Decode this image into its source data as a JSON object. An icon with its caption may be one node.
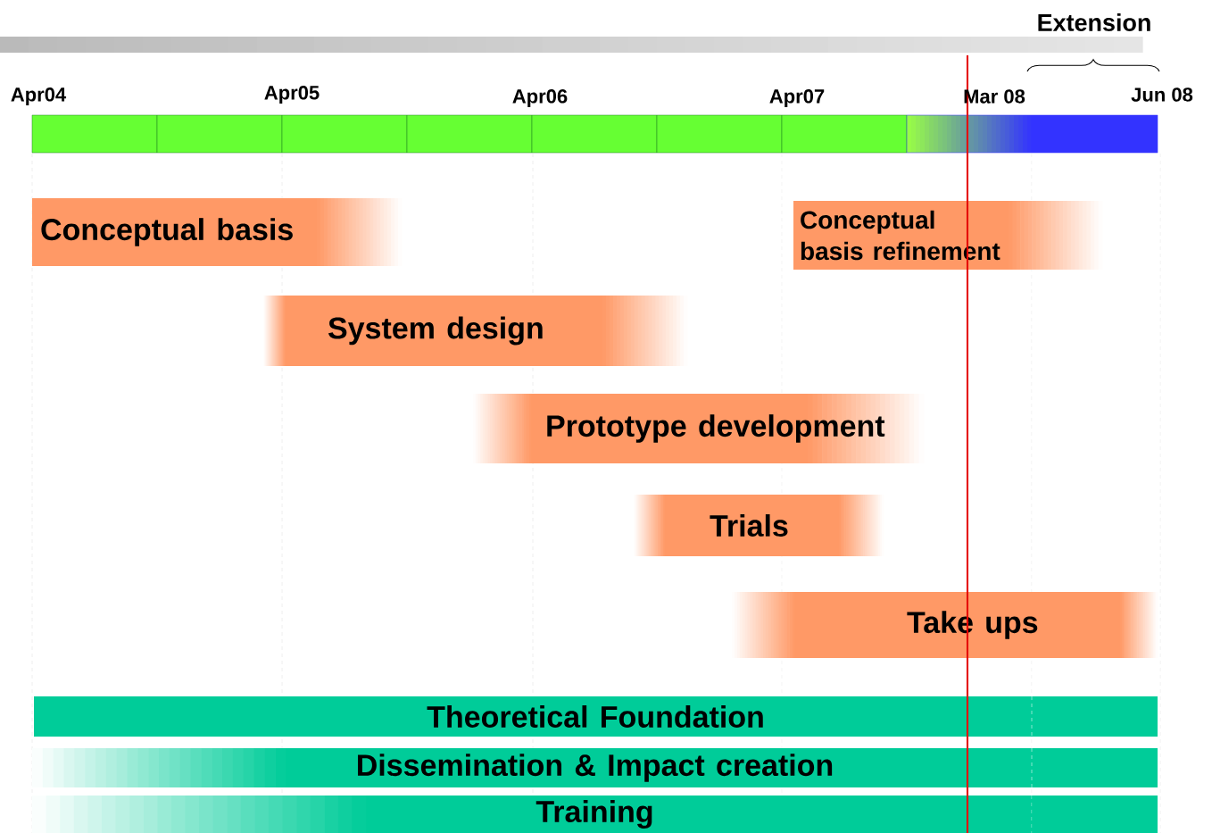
{
  "diagram": {
    "nodes": [
      {
        "text": [
          "Conceptual basis"
        ]
      },
      {
        "text": [
          "Conceptual basis refinement"
        ]
      },
      {
        "text": [
          "System design"
        ]
      },
      {
        "text": [
          "Prototype development"
        ]
      },
      {
        "text": [
          "Trials"
        ]
      },
      {
        "text": [
          "Take ups"
        ]
      },
      {
        "text": [
          "Theoretical Foundation"
        ]
      },
      {
        "text": [
          "Dissemination & Impact creation"
        ]
      },
      {
        "text": [
          "Training"
        ]
      }
    ],
    "labels": [
      "Extension",
      "Apr04",
      "Apr05",
      "Apr06",
      "Apr07",
      "Mar 08",
      "Jun 08"
    ]
  }
}
